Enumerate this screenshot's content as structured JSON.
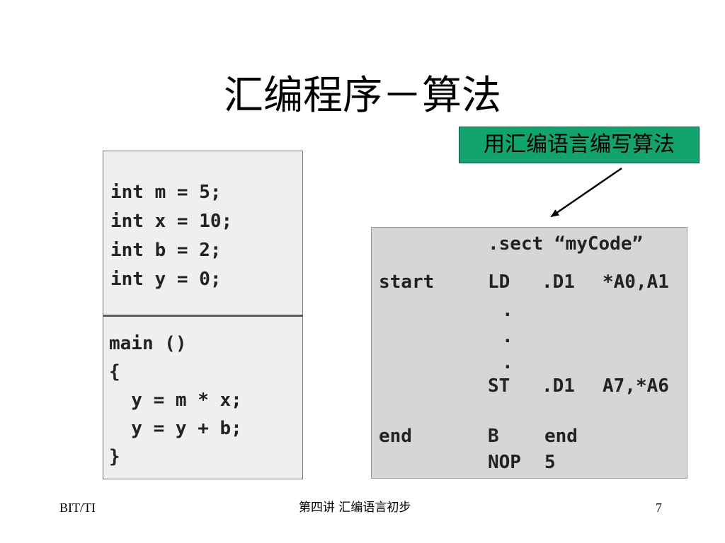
{
  "title": "汇编程序－算法",
  "callout": "用汇编语言编写算法",
  "c_declarations": [
    "int m = 5;",
    "int x = 10;",
    "int b = 2;",
    "int y = 0;"
  ],
  "c_main": [
    "main ()",
    "{",
    "  y = m * x;",
    "  y = y + b;",
    "}"
  ],
  "asm": {
    "sect": ".sect “myCode”",
    "start_label": "start",
    "ld_op": "LD",
    "ld_unit": ".D1",
    "ld_args": "*A0,A1",
    "dot1": ".",
    "dot2": ".",
    "dot3": ".",
    "st_op": "ST",
    "st_unit": ".D1",
    "st_args": "A7,*A6",
    "end_label": "end",
    "b_op": "B",
    "b_target": "end",
    "nop_op": "NOP",
    "nop_arg": "5"
  },
  "footer": {
    "left": "BIT/TI",
    "center": "第四讲 汇编语言初步",
    "page": "7"
  },
  "colors": {
    "callout_bg": "#13a36f",
    "c_box_bg": "#eef0ed",
    "asm_box_bg": "#d6d6d6"
  }
}
